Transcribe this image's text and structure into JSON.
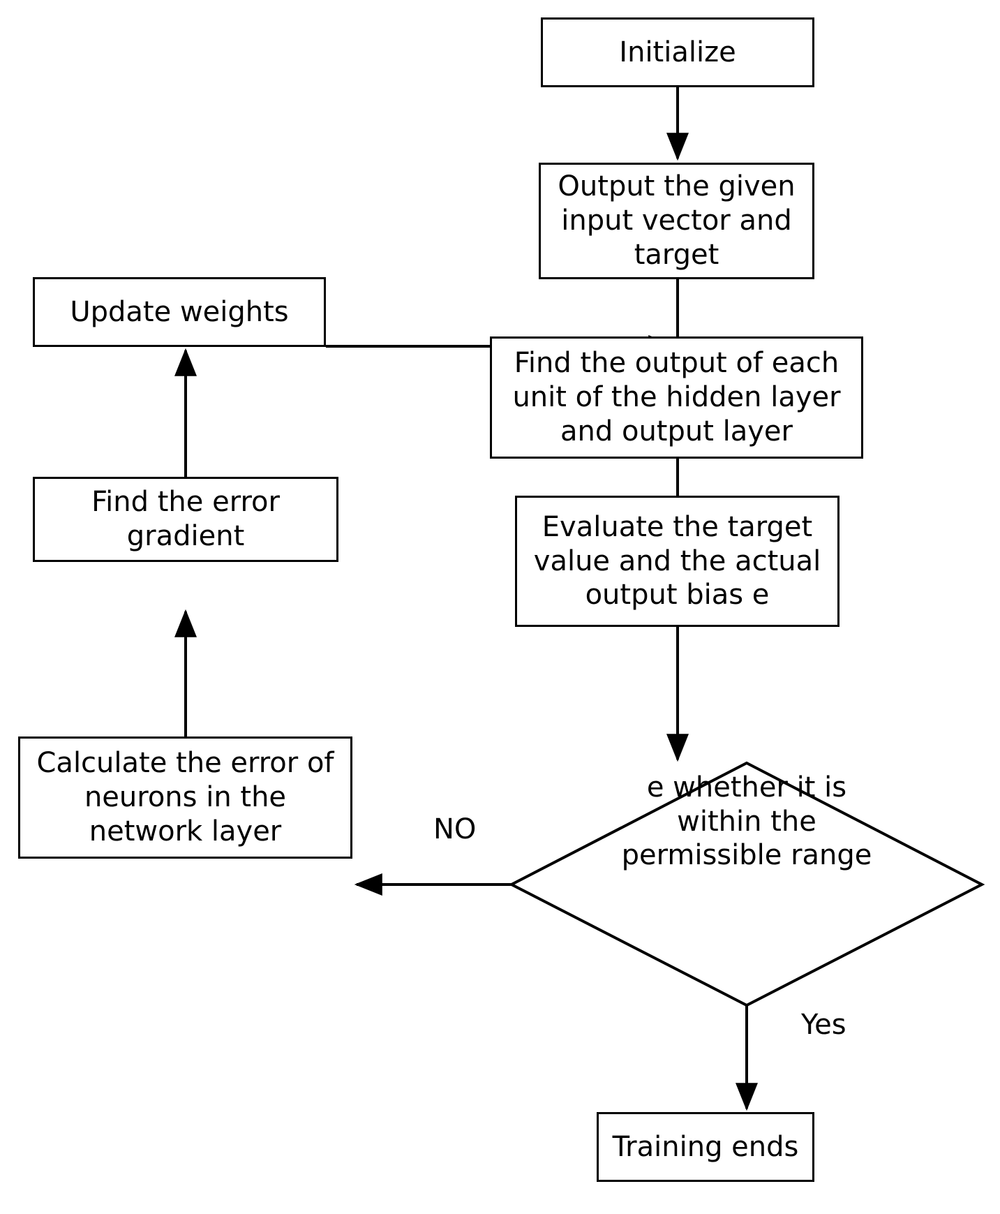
{
  "diagram": {
    "title": "Back-propagation neural network training flowchart",
    "type": "flowchart",
    "background_color": "#ffffff",
    "line_color": "#000000",
    "text_color": "#000000",
    "nodes": [
      {
        "id": "initialize",
        "shape": "process",
        "label": "Initialize"
      },
      {
        "id": "output_input",
        "shape": "process",
        "label": "Output the given\ninput vector and\ntarget"
      },
      {
        "id": "find_output",
        "shape": "process",
        "label": "Find the output of each\nunit of the hidden layer\nand output layer"
      },
      {
        "id": "evaluate",
        "shape": "process",
        "label": "Evaluate the target\nvalue and the actual\noutput bias e"
      },
      {
        "id": "decision",
        "shape": "decision",
        "label": "e whether it is\nwithin the\npermissible range"
      },
      {
        "id": "training_ends",
        "shape": "process",
        "label": "Training ends"
      },
      {
        "id": "calculate_error",
        "shape": "process",
        "label": "Calculate the error of\nneurons in the\nnetwork layer"
      },
      {
        "id": "error_gradient",
        "shape": "process",
        "label": "Find the error\ngradient"
      },
      {
        "id": "update_weights",
        "shape": "process",
        "label": "Update weights"
      }
    ],
    "edge_labels": [
      {
        "id": "no",
        "text": "NO"
      },
      {
        "id": "yes",
        "text": "Yes"
      }
    ],
    "edges": [
      {
        "from": "initialize",
        "to": "output_input",
        "label": ""
      },
      {
        "from": "output_input",
        "to": "find_output",
        "label": ""
      },
      {
        "from": "find_output",
        "to": "evaluate",
        "label": ""
      },
      {
        "from": "evaluate",
        "to": "decision",
        "label": ""
      },
      {
        "from": "decision",
        "to": "calculate_error",
        "label": "NO"
      },
      {
        "from": "decision",
        "to": "training_ends",
        "label": "Yes"
      },
      {
        "from": "calculate_error",
        "to": "error_gradient",
        "label": ""
      },
      {
        "from": "error_gradient",
        "to": "update_weights",
        "label": ""
      },
      {
        "from": "update_weights",
        "to": "find_output",
        "label": ""
      }
    ]
  }
}
